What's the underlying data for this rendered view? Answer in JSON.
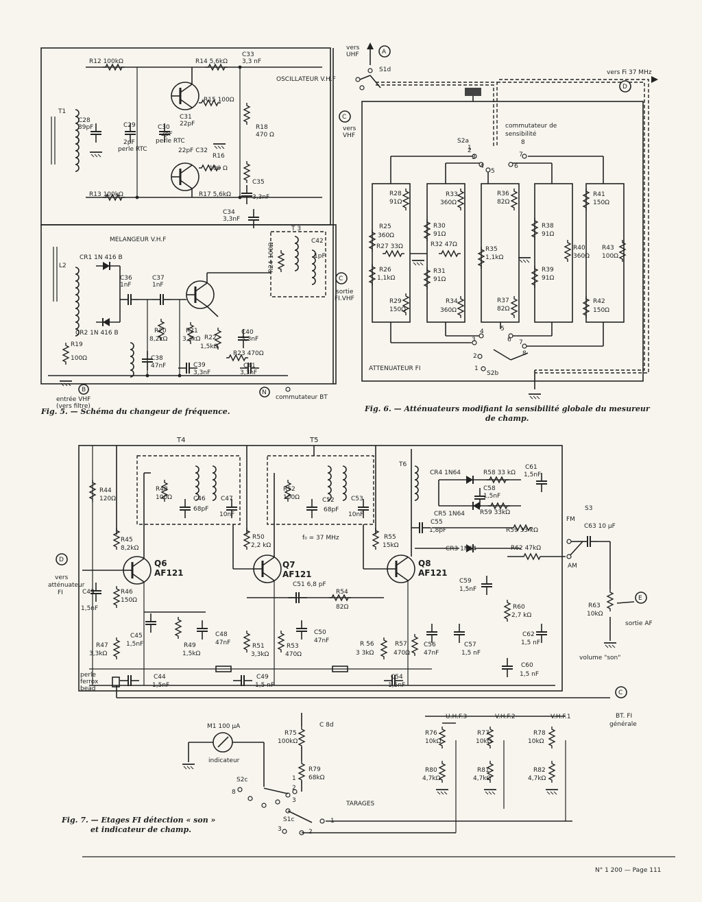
{
  "fig5": {
    "oscillator_title": "OSCILLATEUR V.H.F",
    "mixer_title": "MELANGEUR V.H.F",
    "caption": "Fig. 5. — Schéma du changeur de fréquence.",
    "labels": {
      "r12": "R12 100kΩ",
      "r14": "R14 5,6kΩ",
      "c33": "C33",
      "c33v": "3,3 nF",
      "r15": "R15 100Ω",
      "r18": "R18",
      "r18v": "470 Ω",
      "t1": "T1",
      "c28": "C28",
      "c28v": "39pF",
      "c29": "C29",
      "c29v": "2pF",
      "perle1": "perle RTC",
      "c30": "C30",
      "c30v": "2pF",
      "perle2": "perle RTC",
      "c31": "C31",
      "c31v": "22pF",
      "c32": "22pF C32",
      "r16": "R16",
      "r16v": "100 Ω",
      "r13": "R13 100kΩ",
      "r17": "R17 5,6kΩ",
      "c35": "C35",
      "c35v": "3,3nF",
      "c34": "C34",
      "c34v": "3,3nF",
      "t3": "T 3",
      "r24": "R24 100Ω",
      "c42": "C42",
      "c42v": "1pF",
      "sortie": "sortie",
      "sortie2": "FI.VHF",
      "l2": "L2",
      "cr1": "CR1 1N 416 B",
      "cr2": "CR2 1N 416 B",
      "c36": "C36",
      "c36v": "1nF",
      "c37": "C37",
      "c37v": "1nF",
      "r20": "R20",
      "r20v": "8,2kΩ",
      "c38": "C38",
      "c38v": "47nF",
      "r21": "R21",
      "r21v": "3,3kΩ",
      "r22": "R22",
      "r22v": "1,5kΩ",
      "c40": "C40",
      "c40v": "3,3nF",
      "r23": "R23 470Ω",
      "c39": "C39",
      "c39v": "3,3nF",
      "c41": "C41",
      "c41v": "3,3nF",
      "r19": "R19",
      "r19v": "100Ω",
      "entree": "entrée VHF",
      "entree2": "(vers filtre)",
      "commutateur": "commutateur BT",
      "B": "B",
      "N": "N",
      "C": "C"
    }
  },
  "fig6": {
    "title": "ATTENUATEUR FI",
    "caption1": "Fig. 6. — Atténuateurs modifiant la sensibilité globale du mesureur",
    "caption2": "de champ.",
    "labels": {
      "vers_uhf": "vers",
      "uhf": "UHF",
      "A": "A",
      "s1d": "S1d",
      "vers_vhf": "vers",
      "vhf": "VHF",
      "C": "C",
      "vers_fi": "vers Fi 37 MHz",
      "D": "D",
      "comm1": "commutateur de",
      "comm2": "sensibilité",
      "s2a": "S2a",
      "s2b": "S2b",
      "r28": "R28",
      "r28v": "91Ω",
      "r25": "R25",
      "r25v": "360Ω",
      "r27": "R27 33Ω",
      "r26": "R26",
      "r26v": "1,1kΩ",
      "r29": "R29",
      "r29v": "150Ω",
      "r33": "R33",
      "r33v": "360Ω",
      "r30": "R30",
      "r30v": "91Ω",
      "r32": "R32 47Ω",
      "r31": "R31",
      "r31v": "91Ω",
      "r34": "R34",
      "r34v": "360Ω",
      "r36": "R36",
      "r36v": "82Ω",
      "r35": "R35",
      "r35v": "1,1kΩ",
      "r37": "R37",
      "r37v": "82Ω",
      "r38": "R38",
      "r38v": "91Ω",
      "r39": "R39",
      "r39v": "91Ω",
      "r41": "R41",
      "r41v": "150Ω",
      "r40": "R40",
      "r40v": "360Ω",
      "r43": "R43",
      "r43v": "100Ω",
      "r42": "R42",
      "r42v": "150Ω",
      "n1": "1",
      "n2": "2",
      "n3": "3",
      "n4": "4",
      "n5": "5",
      "n6": "6",
      "n7": "7",
      "n8": "8"
    }
  },
  "fig7": {
    "caption1": "Fig. 7. — Etages FI détection « son »",
    "caption2": "et indicateur de champ.",
    "tarages": "TARAGES",
    "labels": {
      "t4": "T4",
      "t5": "T5",
      "t6": "T6",
      "r44": "R44",
      "r44v": "120Ω",
      "r48": "R48",
      "r48v": "100Ω",
      "c46": "C46",
      "c46v": "68pF",
      "c47": "C47",
      "c47v": "10nF",
      "r52": "R52",
      "r52v": "100Ω",
      "c52": "C52",
      "c52v": "68pF",
      "c53": "C53",
      "c53v": "10nF",
      "r45": "R45",
      "r45v": "8,2kΩ",
      "q6": "Q6",
      "q6t": "AF121",
      "r50": "R50",
      "r50v": "2,2 kΩ",
      "q7": "Q7",
      "q7t": "AF121",
      "f0": "f₀ = 37 MHz",
      "r55": "R55",
      "r55v": "15kΩ",
      "q8": "Q8",
      "q8t": "AF121",
      "cr4": "CR4 1N64",
      "r58": "R58 33 kΩ",
      "c58": "C58",
      "c58v": "1,5nF",
      "c61": "C61",
      "c61v": "1,5nF",
      "cr5": "CR5 1N64",
      "r59": "R59 33kΩ",
      "c55": "C55",
      "c55v": "1,8pF",
      "r59b": "R59 33 kΩ",
      "fm": "FM",
      "s3": "S3",
      "c63": "C63 10 µF",
      "cr3": "CR3 1N64",
      "r62": "R62 47kΩ",
      "am": "AM",
      "vers_att": "vers",
      "vers_att2": "atténuateur",
      "vers_att3": "FI",
      "D": "D",
      "c43": "C43",
      "c43v": "1,5nF",
      "r46": "R46",
      "r46v": "150Ω",
      "c51": "C51 6,8 pF",
      "r54": "R54",
      "r54v": "82Ω",
      "c59": "C59",
      "c59v": "1,5nF",
      "r60": "R60",
      "r60v": "2,7 kΩ",
      "r63": "R63",
      "r63v": "10kΩ",
      "E": "E",
      "sortie_af": "sortie AF",
      "c45": "C45",
      "c45v": "1,5nF",
      "r49": "R49",
      "r49v": "1,5kΩ",
      "c48": "C48",
      "c48v": "47nF",
      "r51": "R51",
      "r51v": "3,3kΩ",
      "r53": "R53",
      "r53v": "470Ω",
      "c50": "C50",
      "c50v": "47nF",
      "r56": "R 56",
      "r56v": "3 3kΩ",
      "r57": "R57",
      "r57v": "470Ω",
      "c56": "C56",
      "c56v": "47nF",
      "c57": "C57",
      "c57v": "1,5 nF",
      "c62": "C62",
      "c62v": "1,5 nF",
      "c60": "C60",
      "c60v": "1,5 nF",
      "volume": "volume \"son\"",
      "r47": "R47",
      "r47v": "3,3kΩ",
      "perle": "perle",
      "ferrox": "ferrox",
      "bead": "bead",
      "c44": "C44",
      "c44v": "1,5nF",
      "c49": "C49",
      "c49v": "1,5 nF",
      "c54": "C54",
      "c54v": "1,5nF",
      "C": "C",
      "bt_fi": "BT. FI",
      "generale": "générale",
      "m1": "M1 100 µA",
      "indicateur": "indicateur",
      "r75": "R75",
      "r75v": "100kΩ",
      "c8d": "C 8d",
      "r79": "R79",
      "r79v": "68kΩ",
      "s2c": "S2c",
      "s1c": "S1c",
      "uhf3": "U.H.F.3",
      "vhf2": "V.H.F.2",
      "vhf1": "V.H.F.1",
      "r76": "R76",
      "r76v": "10kΩ",
      "r77": "R77",
      "r77v": "10kΩ",
      "r78": "R78",
      "r78v": "10kΩ",
      "r80": "R80",
      "r80v": "4,7kΩ",
      "r81": "R81",
      "r81v": "4,7kΩ",
      "r82": "R82",
      "r82v": "4,7kΩ",
      "n1": "1",
      "n2": "2",
      "n3": "3",
      "n8": "8"
    }
  },
  "footer": "N° 1 200 — Page 111"
}
